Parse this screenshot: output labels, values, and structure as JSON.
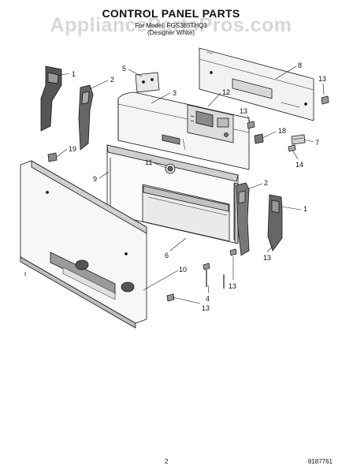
{
  "header": {
    "title": "CONTROL PANEL PARTS",
    "model_line": "For Model: FGS385THQ3",
    "variant": "(Designer White)"
  },
  "watermark": "AppliancePartsPros.com",
  "footer": {
    "page_number": "2",
    "doc_number": "8187761"
  },
  "callouts": [
    "1",
    "2",
    "5",
    "3",
    "8",
    "13",
    "12",
    "13",
    "18",
    "7",
    "14",
    "19",
    "11",
    "9",
    "2",
    "1",
    "6",
    "13",
    "13",
    "10",
    "4",
    "13"
  ],
  "colors": {
    "line": "#1a1a1a",
    "shade": "#9a9a9a",
    "panel": "#d6d6d6",
    "dark": "#555555"
  }
}
